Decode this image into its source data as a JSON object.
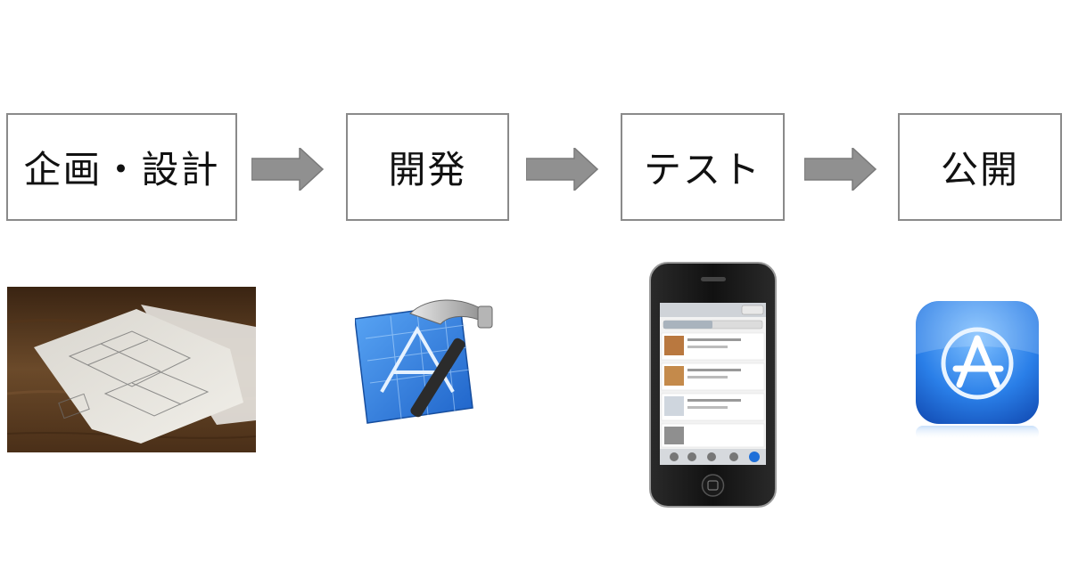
{
  "steps": [
    {
      "label": "企画・設計"
    },
    {
      "label": "開発"
    },
    {
      "label": "テスト"
    },
    {
      "label": "公開"
    }
  ],
  "icons": {
    "step1": "blueprint-paper-photo",
    "step2": "xcode-hammer-icon",
    "step3": "iphone-device-icon",
    "step4": "app-store-icon"
  },
  "colors": {
    "arrow": "#8f8f8f",
    "box_border": "#8a8a8a",
    "xcode_blue": "#2a7de0",
    "appstore_blue": "#1d6fe8"
  }
}
